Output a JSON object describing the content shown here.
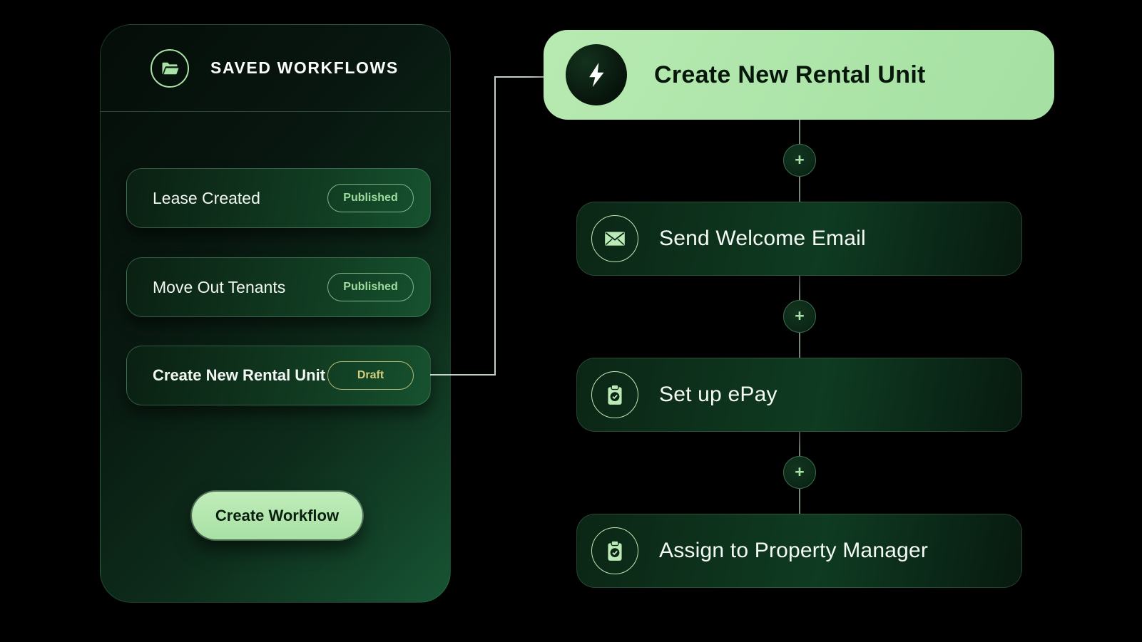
{
  "colors": {
    "accent_green": "#a9e2a6",
    "panel_green_dark": "#081710",
    "panel_green_light": "#175434",
    "published_badge": "#9fdb9e",
    "draft_badge": "#d3cd7f",
    "trigger_node_bg": "#abe3a7",
    "trigger_node_text": "#07170c",
    "step_node_text": "#f4faf4"
  },
  "sidebar": {
    "title": "SAVED WORKFLOWS",
    "header_icon": "folder-icon",
    "items": [
      {
        "label": "Lease Created",
        "status": "Published"
      },
      {
        "label": "Move Out Tenants",
        "status": "Published"
      },
      {
        "label": "Create New Rental Unit",
        "status": "Draft"
      }
    ],
    "create_button_label": "Create Workflow"
  },
  "canvas": {
    "trigger": {
      "label": "Create New Rental Unit",
      "icon": "lightning-bolt-icon"
    },
    "steps": [
      {
        "label": "Send Welcome Email",
        "icon": "envelope-icon"
      },
      {
        "label": "Set up ePay",
        "icon": "clipboard-check-icon"
      },
      {
        "label": "Assign to Property Manager",
        "icon": "clipboard-check-icon"
      }
    ],
    "add_step_label": "+"
  }
}
